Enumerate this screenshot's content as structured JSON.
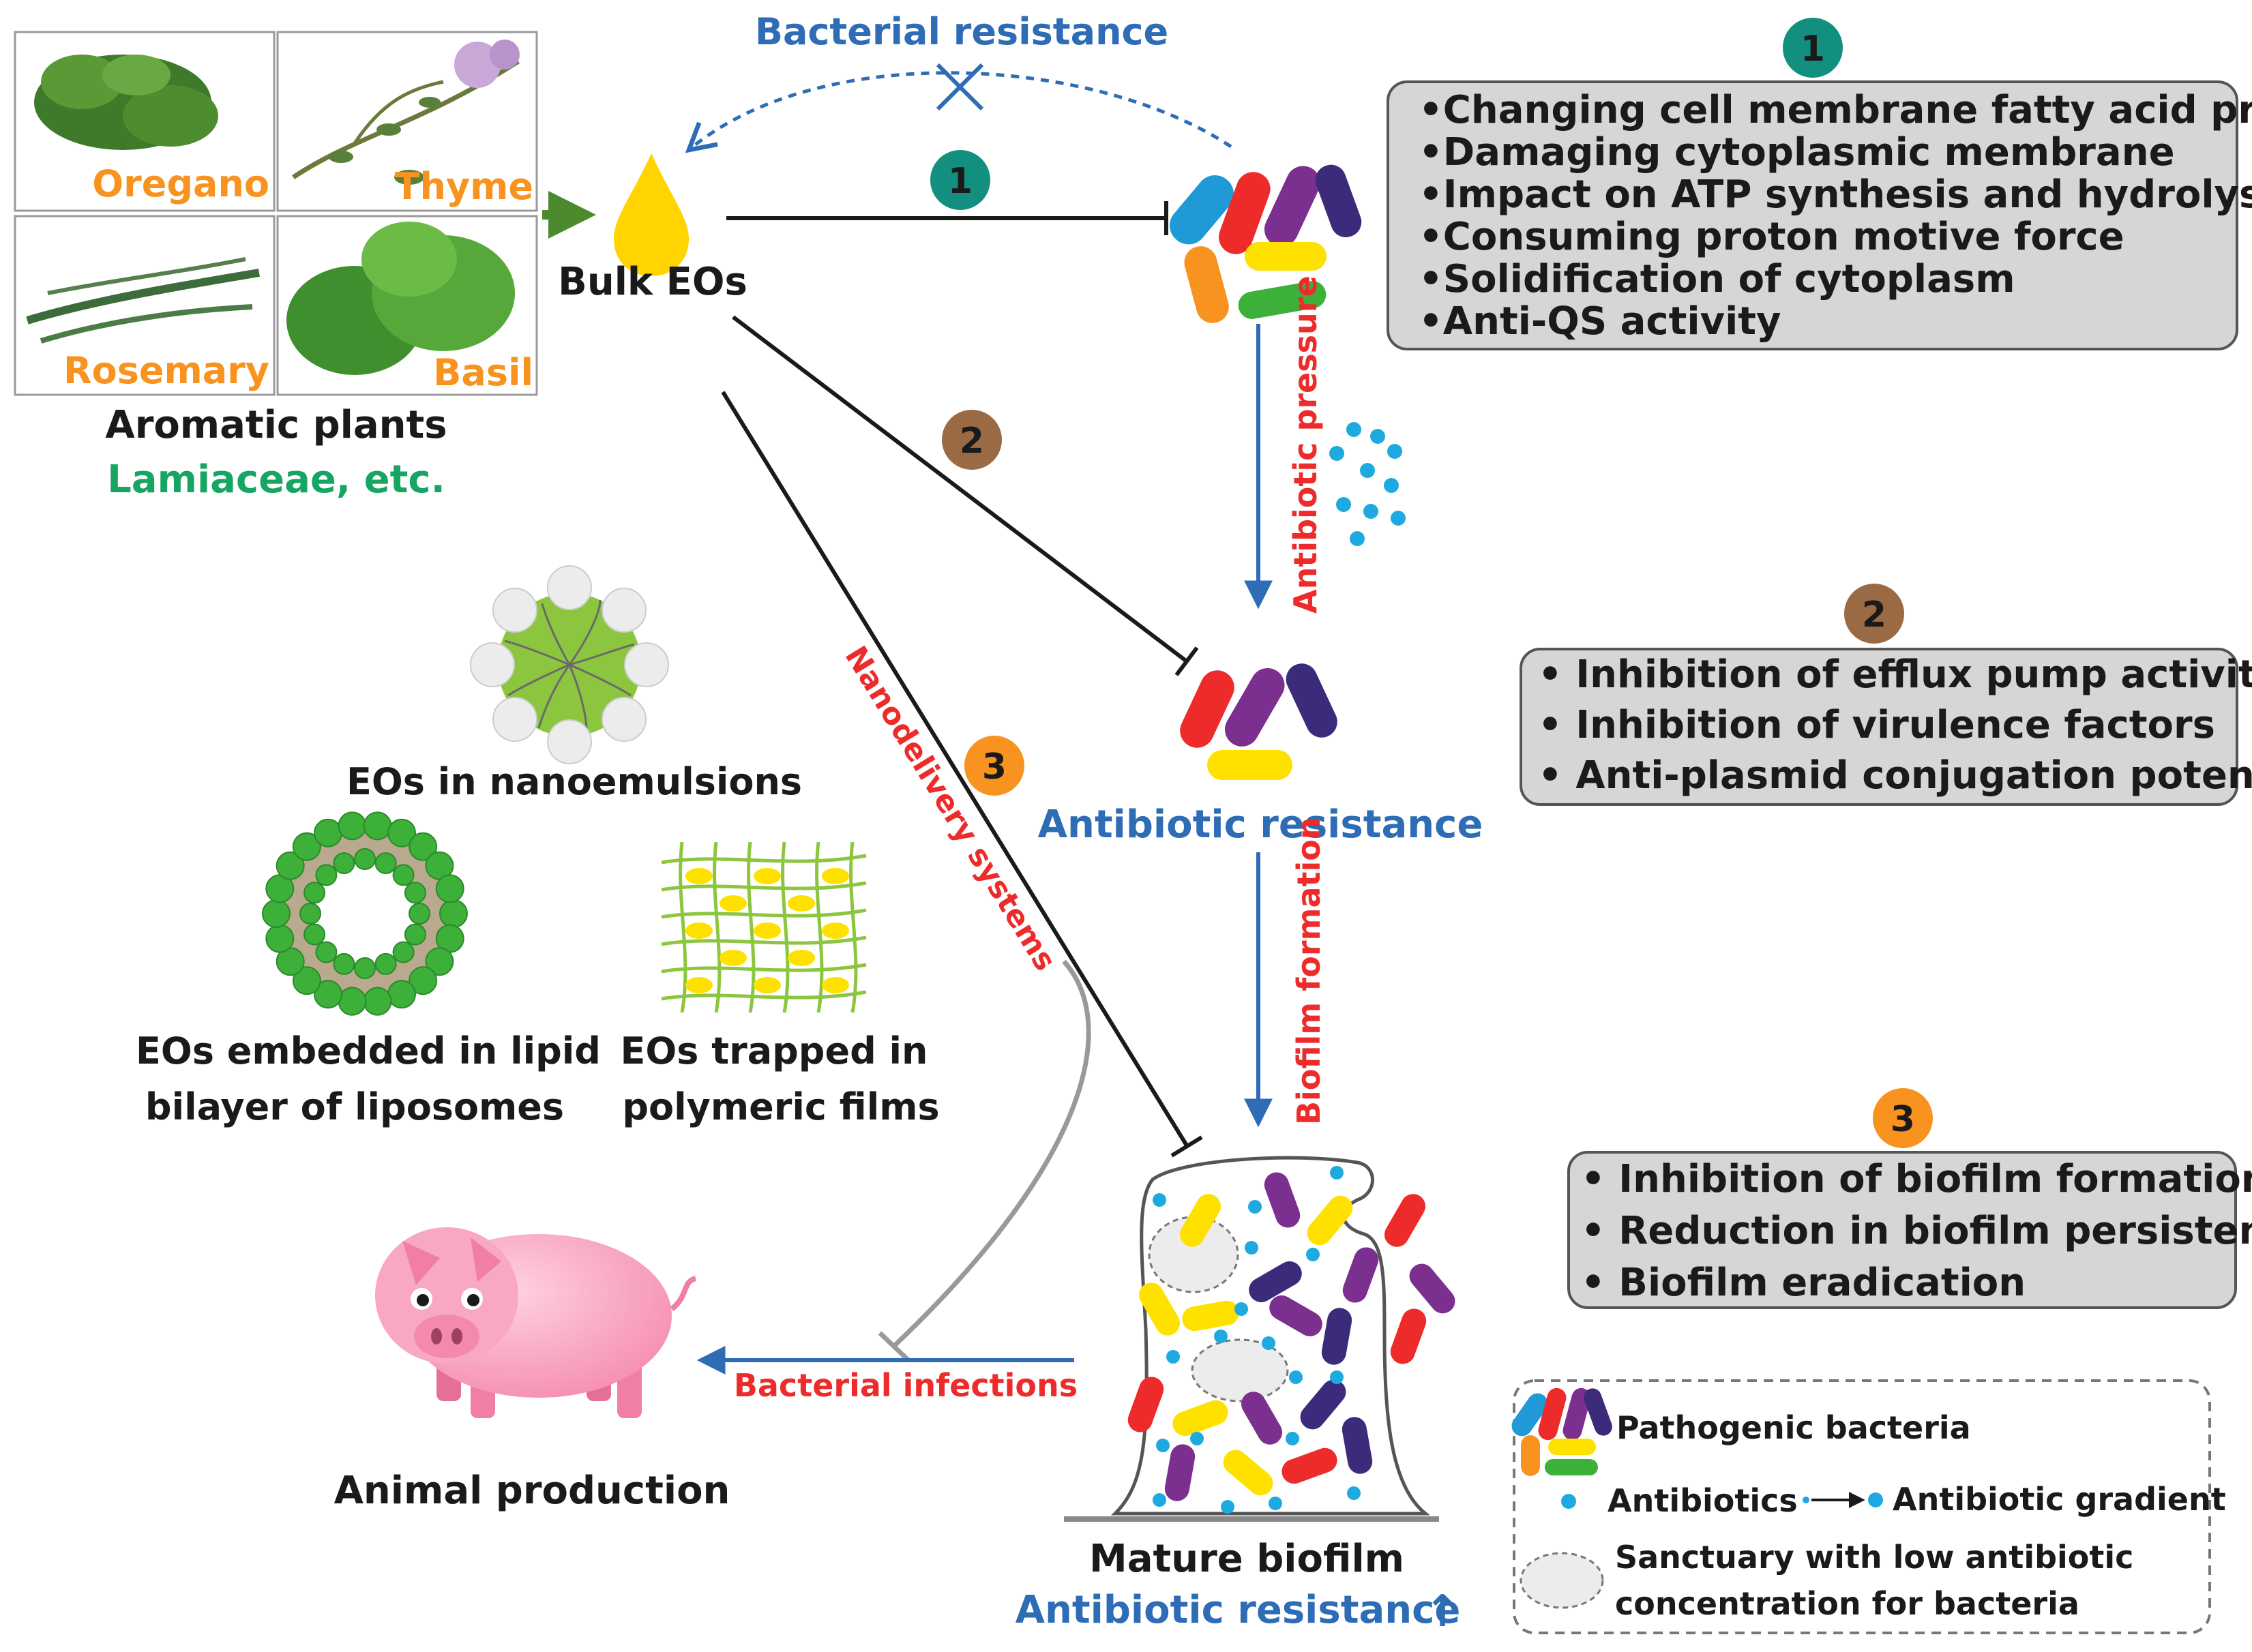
{
  "colors": {
    "blue": "#2e6db5",
    "red": "#ee2b2b",
    "green_text": "#17a564",
    "orange_text": "#f7931e",
    "teal_badge": "#138f7f",
    "brown_badge": "#9a6a44",
    "orange_badge": "#f7931e",
    "box_fill": "#d6d6d6",
    "box_stroke": "#555555",
    "arrow_green": "#4c8a2e",
    "eo_yellow": "#ffd400",
    "antibiotic_dot": "#1fa9e1"
  },
  "plants": {
    "items": [
      {
        "name": "Oregano"
      },
      {
        "name": "Thyme"
      },
      {
        "name": "Rosemary"
      },
      {
        "name": "Basil"
      }
    ],
    "caption": "Aromatic plants",
    "family": "Lamiaceae, etc."
  },
  "bulk_eos": {
    "label": "Bulk EOs"
  },
  "top_arc": {
    "label": "Bacterial resistance"
  },
  "badges": {
    "one": "1",
    "two": "2",
    "three": "3"
  },
  "mechanism_boxes": [
    {
      "badge": "1",
      "items": [
        "•Changing cell membrane fatty acid profile",
        "•Damaging cytoplasmic membrane",
        "•Impact on ATP synthesis and hydrolysis",
        "•Consuming proton motive force",
        "•Solidification of cytoplasm",
        "•Anti-QS activity"
      ]
    },
    {
      "badge": "2",
      "items": [
        "• Inhibition of efflux pump activity",
        "• Inhibition of virulence factors",
        "• Anti-plasmid conjugation potential"
      ]
    },
    {
      "badge": "3",
      "items": [
        "• Inhibition of biofilm formation",
        "• Reduction in biofilm persistence",
        "• Biofilm eradication"
      ]
    }
  ],
  "flow": {
    "antibiotic_pressure": "Antibiotic pressure",
    "antibiotic_resistance": "Antibiotic resistance",
    "biofilm_formation": "Biofilm formation",
    "nanodelivery": "Nanodelivery systems",
    "bacterial_infections": "Bacterial infections"
  },
  "nano": {
    "nanoemulsion": "EOs in nanoemulsions",
    "liposome_line1": "EOs embedded in lipid",
    "liposome_line2": "bilayer of liposomes",
    "film_line1": "EOs trapped in",
    "film_line2": "polymeric films"
  },
  "animal": {
    "label": "Animal production"
  },
  "biofilm": {
    "label": "Mature biofilm",
    "resistance": "Antibiotic resistance",
    "resistance_arrow": "↑"
  },
  "legend": {
    "bacteria": "Pathogenic bacteria",
    "antibiotics": "Antibiotics",
    "gradient": "Antibiotic gradient",
    "sanctuary_line1": "Sanctuary with low antibiotic",
    "sanctuary_line2": "concentration for bacteria"
  }
}
